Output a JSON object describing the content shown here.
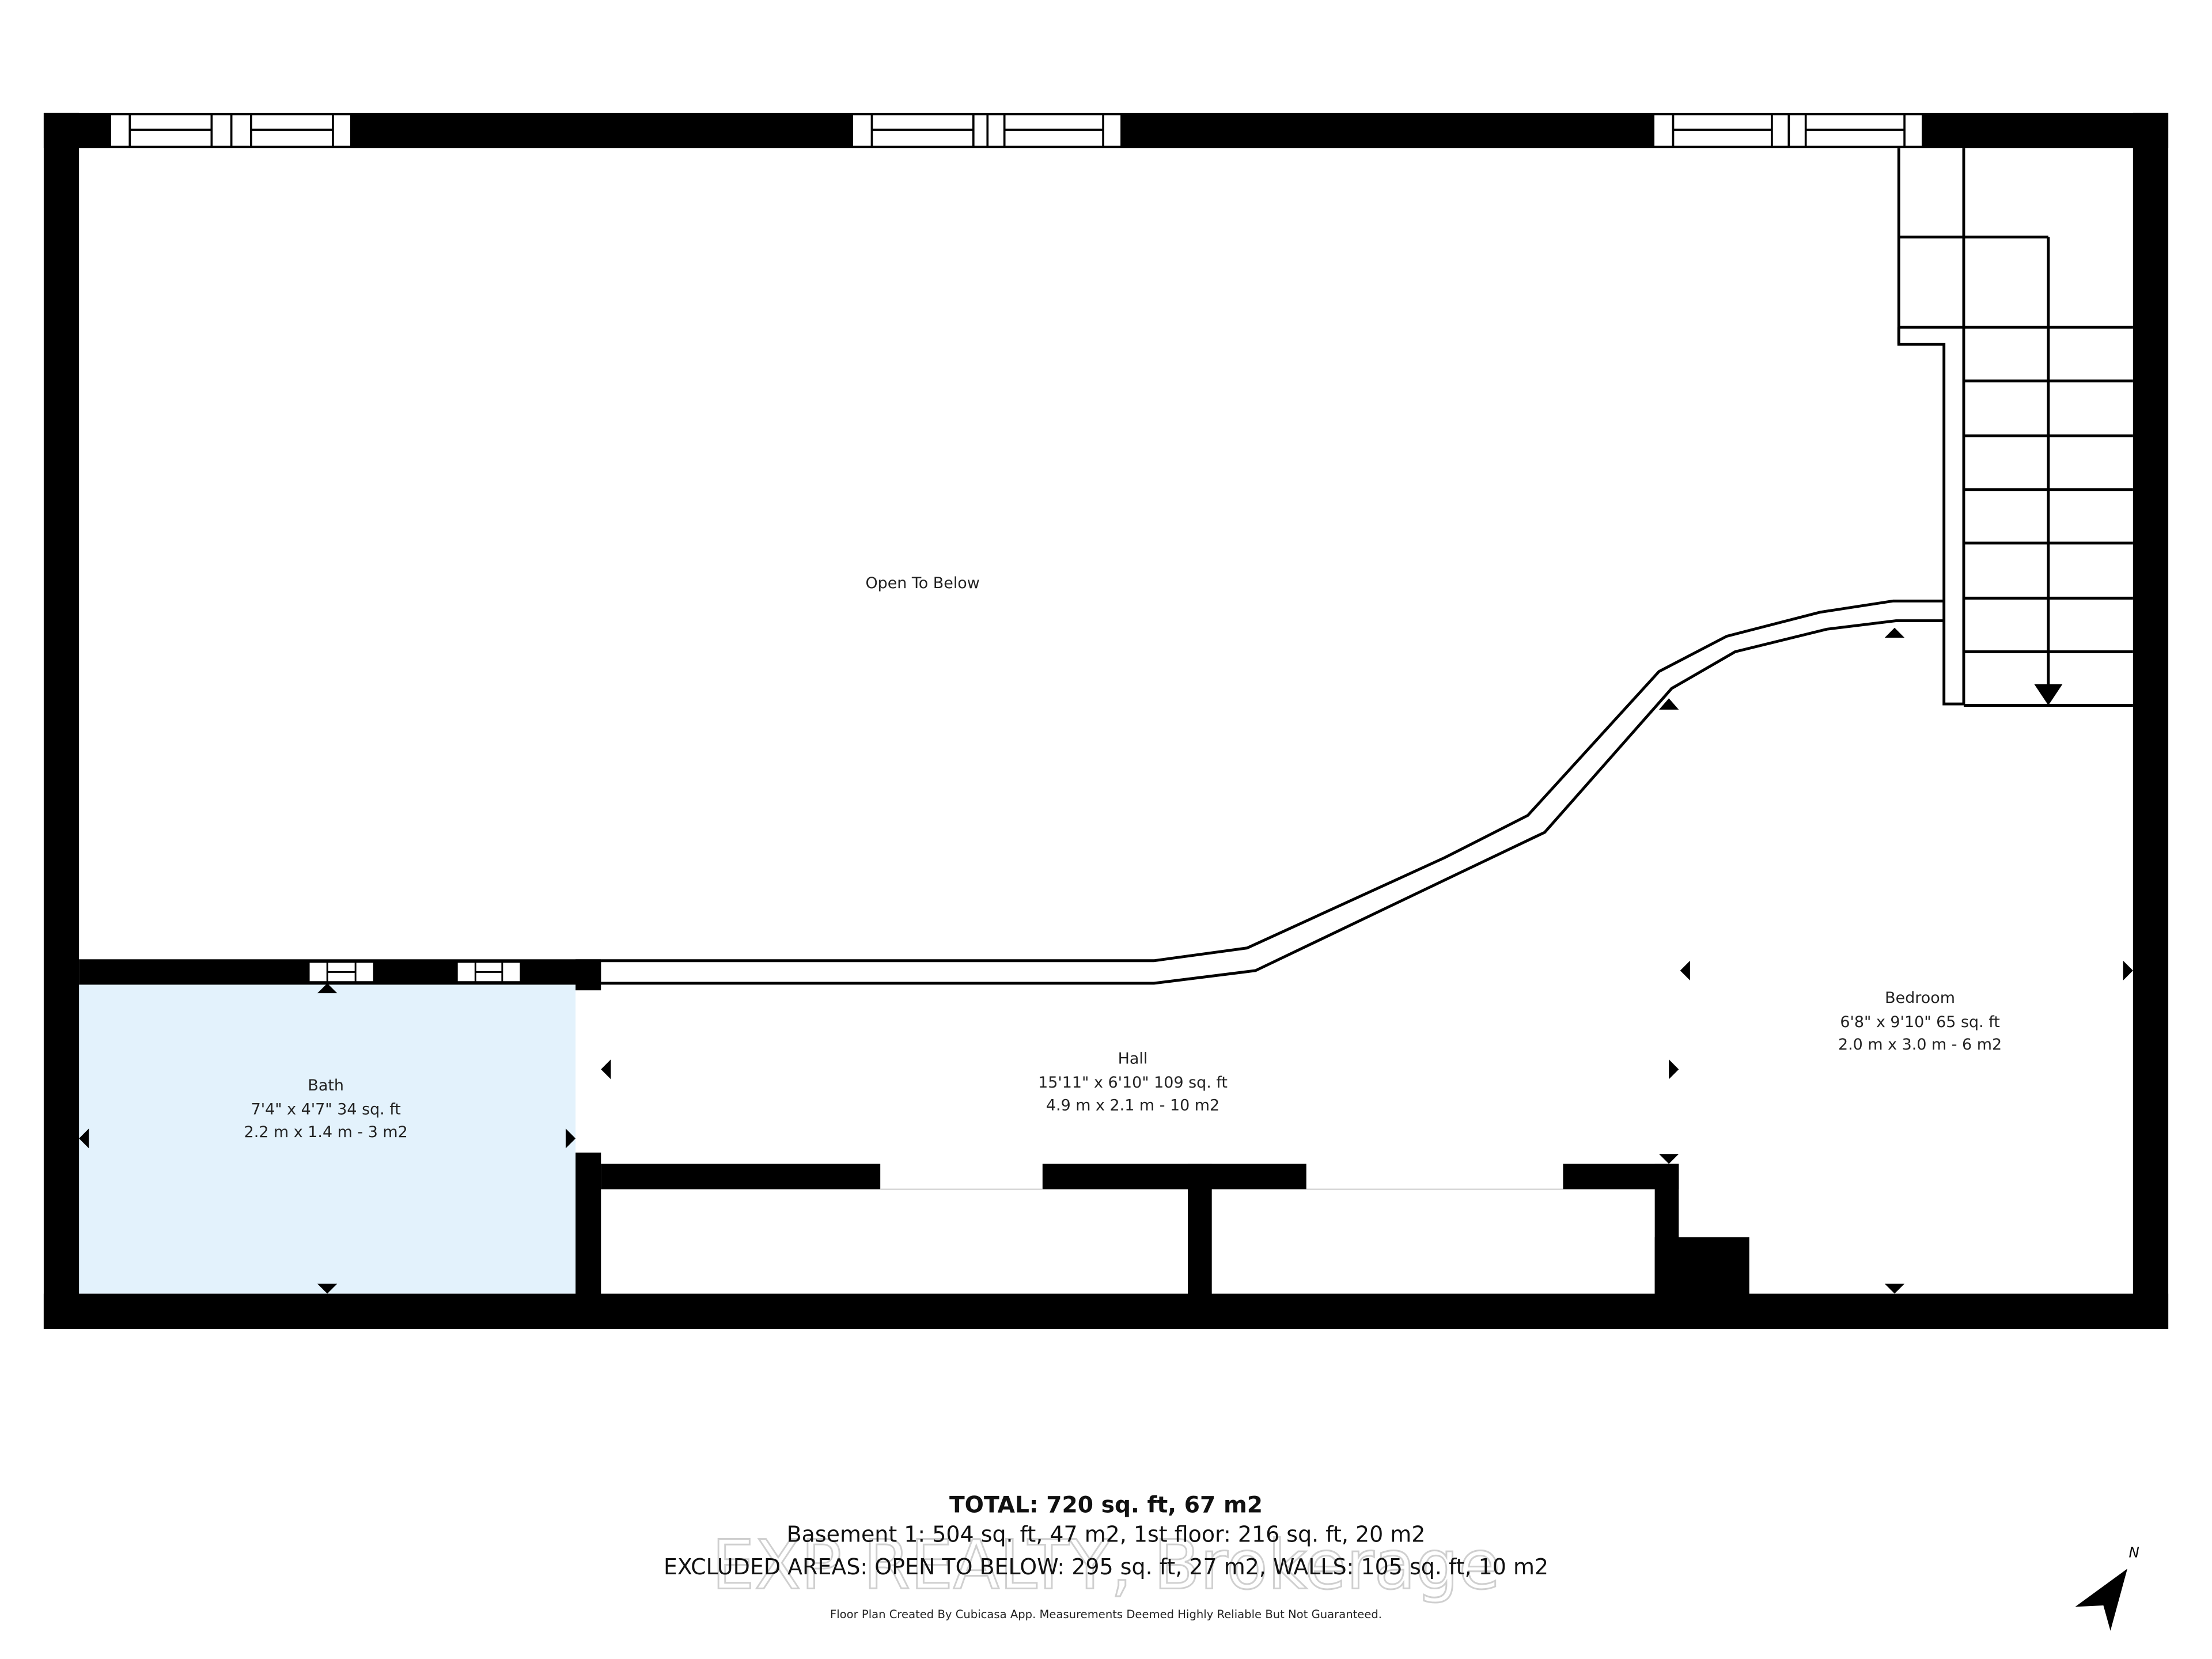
{
  "floor_plan": {
    "rooms": [
      {
        "name": "Open To Below",
        "dims_imperial": "",
        "dims_metric": ""
      },
      {
        "name": "Bath",
        "dims_imperial": "7'4\" x 4'7\" 34 sq. ft",
        "dims_metric": "2.2 m x 1.4 m - 3 m2",
        "fill": "#e3f2fc"
      },
      {
        "name": "Hall",
        "dims_imperial": "15'11\" x 6'10\" 109 sq. ft",
        "dims_metric": "4.9 m x 2.1 m - 10 m2"
      },
      {
        "name": "Bedroom",
        "dims_imperial": "6'8\" x 9'10\" 65 sq. ft",
        "dims_metric": "2.0 m x 3.0 m - 6 m2"
      }
    ],
    "summary": {
      "total": "TOTAL: 720 sq. ft, 67 m2",
      "floors": "Basement 1: 504 sq. ft, 47 m2, 1st floor: 216 sq. ft, 20 m2",
      "excluded": "EXCLUDED AREAS: OPEN TO BELOW: 295 sq. ft, 27 m2, WALLS: 105 sq. ft, 10 m2",
      "disclaimer": "Floor Plan Created By Cubicasa App. Measurements Deemed Highly Reliable But Not Guaranteed."
    },
    "watermark": "EXP REALTY, Brokerage",
    "compass": {
      "label": "N",
      "icon": "north-arrow-icon"
    },
    "colors": {
      "wall": "#000000",
      "bath_fill": "#e3f2fc",
      "background": "#ffffff"
    }
  }
}
